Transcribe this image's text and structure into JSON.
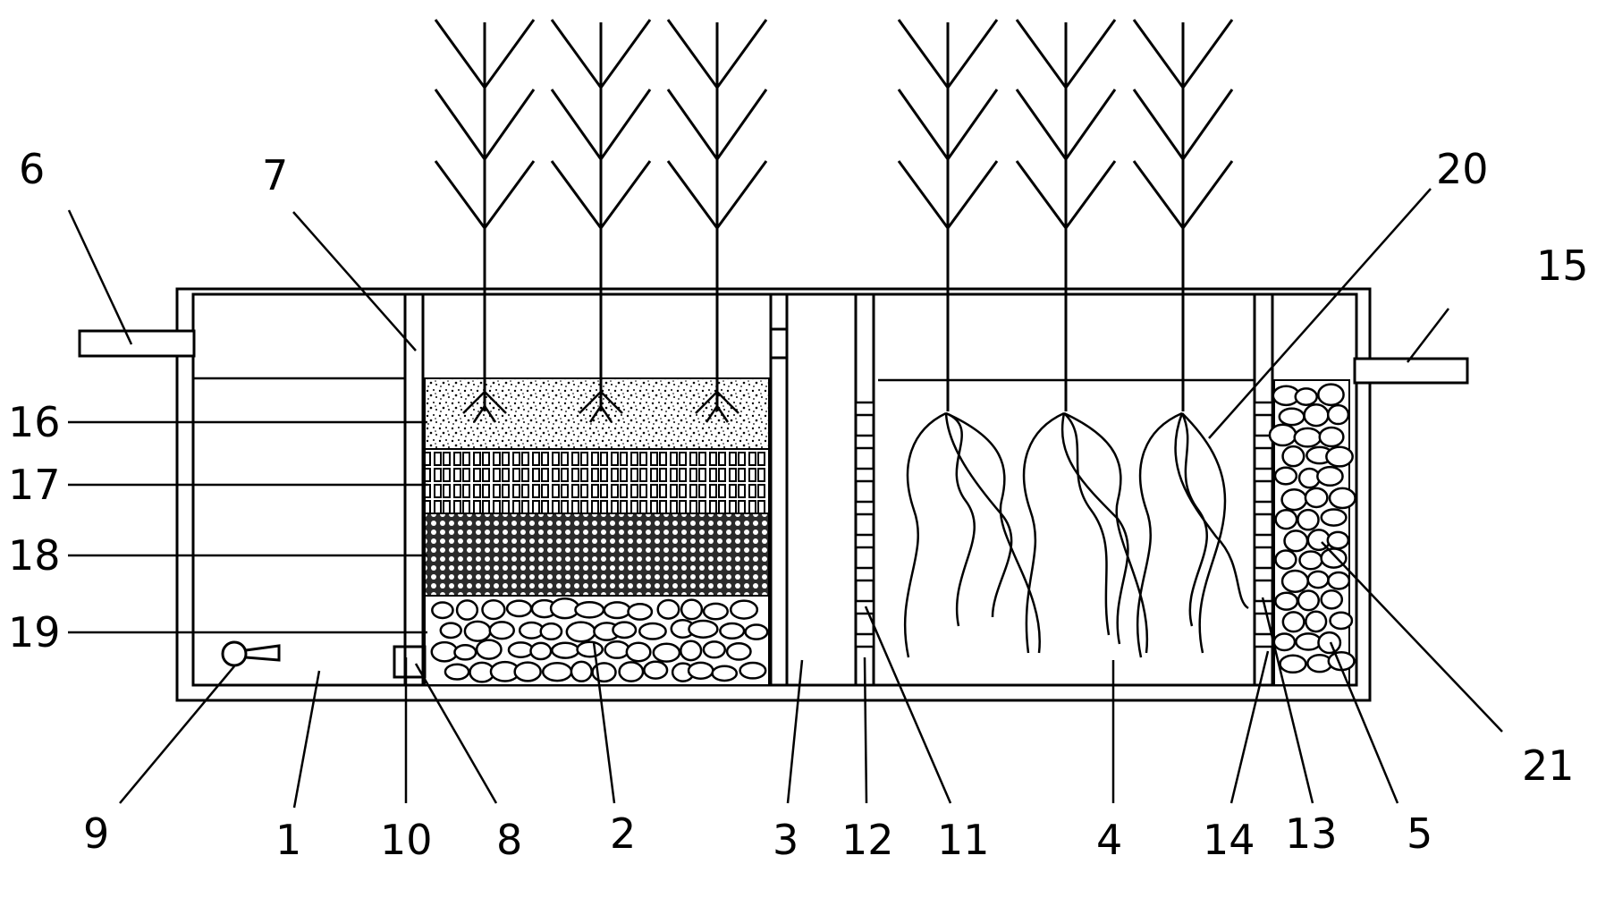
{
  "labels": {
    "n1": "1",
    "n2": "2",
    "n3": "3",
    "n4": "4",
    "n5": "5",
    "n6": "6",
    "n7": "7",
    "n8": "8",
    "n9": "9",
    "n10": "10",
    "n11": "11",
    "n12": "12",
    "n13": "13",
    "n14": "14",
    "n15": "15",
    "n16": "16",
    "n17": "17",
    "n18": "18",
    "n19": "19",
    "n20": "20",
    "n21": "21"
  }
}
